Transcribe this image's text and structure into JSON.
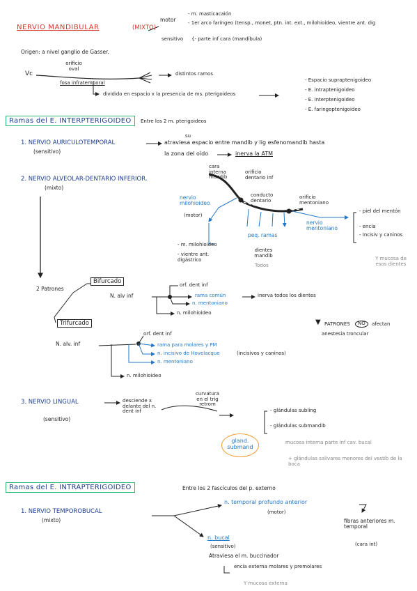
{
  "title": "NERVIO MANDIBULAR",
  "header": {
    "mixto": "(MIXTO)",
    "motor": "motor",
    "motor_items": [
      "- m. masticacaión",
      "- 1er arco faríngeo (tensp., monet, ptn. int. ext., milohioideo, vientre ant. dig"
    ],
    "sensitivo": "sensitivo",
    "sensitivo_item": "{- parte inf cara (mandíbula)"
  },
  "origen": "Origen: a nivel ganglio de Gasser.",
  "diagram1": {
    "vc": "Vc",
    "orificio_oval": "orificio oval",
    "fosa": "fosa infratemporal",
    "distintos_ramas": "distintos ramos",
    "dividido": "dividido en espacio x la presencia de ms. pterigoideos",
    "espacios": [
      "- Espacio supraptenigoideo",
      "- E. intraptenigoideo",
      "- E. interptenigoideo",
      "- E. faringoptenigoideo"
    ]
  },
  "section1": {
    "title": "Ramas del E. INTERPTERIGOIDEO",
    "subtitle": "Entre los 2 m. pterigoideos"
  },
  "auriculotemporal": {
    "title": "1. NERVIO AURICULOTEMPORAL",
    "type": "(sensitivo)",
    "desc1": "atraviesa espacio entre mandib y lig esfenomandib hasta",
    "insert": "su",
    "desc2": "la zona del oído",
    "inerva": "inerva la ATM"
  },
  "alveolar": {
    "title": "2. NERVIO ALVEOLAR-DENTARIO INFERIOR.",
    "type": "(mixto)",
    "cara_interna": "cara interna mandib",
    "orificio_dentario": "orificio dentario inf",
    "conducto": "conducto dentario",
    "orificio_mentoniano": "orificio mentoniano",
    "milohioideo": "nervio milohioideo",
    "motor": "(motor)",
    "m_milohioideo": "- m. milohioideo",
    "vientre": "- vientre ant. digástrico",
    "pq_ramas": "peq. ramas",
    "dientes": "dientes mandib",
    "todos": "Todos",
    "mentoniano": "nervio mentoniano",
    "piel": "- piel del mentón",
    "encia": "- encía",
    "incisivos": "- Incisiv y caninos",
    "mucosa": "Y mucosa de esos dientes"
  },
  "patrones": {
    "dos_patrones": "2 Patrones",
    "bifurcado": "Bifurcado",
    "n_alv_inf1": "N. alv inf",
    "orif_dent1": "orf. dent inf",
    "rama_comun": "rama común",
    "inerva_todos": "inerva todos los dientes",
    "n_mentoniano1": "n. mentoniano",
    "n_milohioideo1": "n. milohioideo",
    "patrones_no": "PATRONES",
    "no": "NO",
    "afectan": "afectan",
    "anestesia": "anestesia troncular",
    "trifurcado": "Trifurcado",
    "n_alv_inf2": "N. alv. inf",
    "orif_dent2": "orf. dent inf",
    "rama_molares": "rama para molares y PM",
    "incisivo": "n. incisivo de Hovelacque",
    "incisivo_sub": "(incisivos y caninos)",
    "n_mentoniano2": "n. mentoniano",
    "n_milohioideo2": "n. milohioideo"
  },
  "lingual": {
    "title": "3. NERVIO LINGUAL",
    "type": "(sensitivo)",
    "desciende": "desciende x delante del n. dent inf",
    "curvatura": "curvatura en el trig retrom",
    "gl_subling": "- glándulas subling",
    "gl_submand": "- glándulas submandib",
    "mucosa": "mucosa interna parte inf cav. bucal",
    "gland": "gland. submand",
    "glandulas_salivares": "+ glándulas salivares menores del vestíb de la boca"
  },
  "section2": {
    "title": "Ramas del E. INTRAPTERIGOIDEO",
    "subtitle": "Entre los 2 fascículos del p. externo"
  },
  "temporobucal": {
    "title": "1. NERVIO TEMPOROBUCAL",
    "type": "(mixto)",
    "temporal": "n. temporal profundo anterior",
    "temporal_type": "(motor)",
    "fibras": "fibras anteriores m. temporal",
    "cara_int": "(cara int)",
    "bucal": "n. bucal",
    "bucal_type": "(sensitivo)",
    "atraviesa": "Atraviesa el m. buccinador",
    "encia": "encía externa molares y premolares",
    "mucosa": "Y mucosa externa"
  }
}
